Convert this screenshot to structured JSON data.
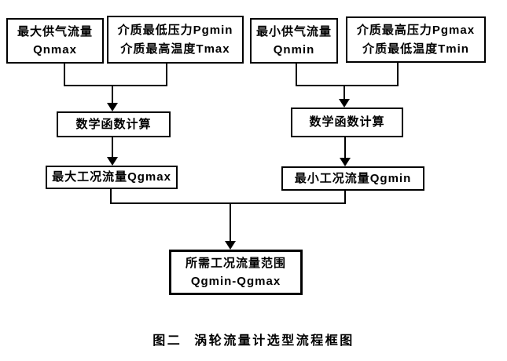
{
  "nodes": {
    "qnmax": {
      "line1": "最大供气流量",
      "line2": "Qnmax"
    },
    "pgmin_tmax": {
      "line1": "介质最低压力Pgmin",
      "line2": "介质最高温度Tmax"
    },
    "qnmin": {
      "line1": "最小供气流量",
      "line2": "Qnmin"
    },
    "pgmax_tmin": {
      "line1": "介质最高压力Pgmax",
      "line2": "介质最低温度Tmin"
    },
    "math_left": {
      "label": "数学函数计算"
    },
    "math_right": {
      "label": "数学函数计算"
    },
    "qgmax": {
      "label": "最大工况流量Qgmax"
    },
    "qgmin": {
      "label": "最小工况流量Qgmin"
    },
    "result": {
      "line1": "所需工况流量范围",
      "line2": "Qgmin-Qgmax"
    }
  },
  "caption": {
    "prefix": "图二",
    "title": "涡轮流量计选型流程框图"
  },
  "colors": {
    "line": "#000000",
    "background": "#ffffff",
    "text": "#000000"
  }
}
